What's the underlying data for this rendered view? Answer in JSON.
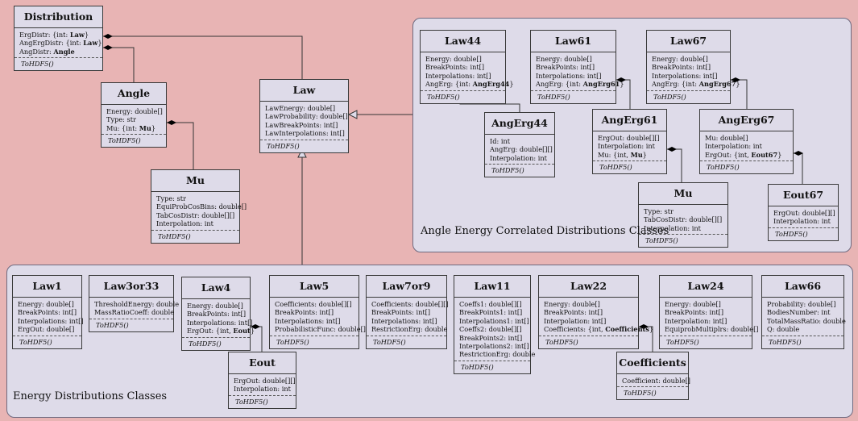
{
  "groups": {
    "angle_energy": "Angle Energy Correlated Distributions Classes",
    "energy": "Energy Distributions Classes"
  },
  "classes": {
    "distribution": {
      "name": "Distribution",
      "attrs": [
        [
          "ErgDistr: {int: ",
          "Law",
          "}"
        ],
        [
          "AngErgDistr: {int: ",
          "Law",
          "}"
        ],
        [
          "AngDistr: ",
          "Angle",
          ""
        ]
      ],
      "op": "ToHDF5()"
    },
    "angle": {
      "name": "Angle",
      "attrs": [
        [
          "Energy: double[]"
        ],
        [
          "Type: str"
        ],
        [
          "Mu: {int: ",
          "Mu",
          "}"
        ]
      ],
      "op": "ToHDF5()"
    },
    "mu": {
      "name": "Mu",
      "attrs": [
        [
          "Type: str"
        ],
        [
          "EquiProbCosBins: double[]"
        ],
        [
          "TabCosDistr: double[][]"
        ],
        [
          "Interpolation: int"
        ]
      ],
      "op": "ToHDF5()"
    },
    "law": {
      "name": "Law",
      "attrs": [
        [
          "LawEnergy: double[]"
        ],
        [
          "LawProbability: double[]"
        ],
        [
          "LawBreakPoints: int[]"
        ],
        [
          "LawInterpolations: int[]"
        ]
      ],
      "op": "ToHDF5()"
    },
    "law44": {
      "name": "Law44",
      "attrs": [
        [
          "Energy: double[]"
        ],
        [
          "BreakPoints: int[]"
        ],
        [
          "Interpolations: int[]"
        ],
        [
          "AngErg: {int: ",
          "AngErg44",
          "}"
        ]
      ],
      "op": "ToHDF5()"
    },
    "law61": {
      "name": "Law61",
      "attrs": [
        [
          "Energy: double[]"
        ],
        [
          "BreakPoints: int[]"
        ],
        [
          "Interpolations: int[]"
        ],
        [
          "AngErg: {int: ",
          "AngErg61",
          "}"
        ]
      ],
      "op": "ToHDF5()"
    },
    "law67": {
      "name": "Law67",
      "attrs": [
        [
          "Energy: double[]"
        ],
        [
          "BreakPoints: int[]"
        ],
        [
          "Interpolations: int[]"
        ],
        [
          "AngErg: {int: ",
          "AngErg67",
          "}"
        ]
      ],
      "op": "ToHDF5()"
    },
    "angerg44": {
      "name": "AngErg44",
      "attrs": [
        [
          "Id: int"
        ],
        [
          "AngErg: double[][]"
        ],
        [
          "Interpolation: int"
        ]
      ],
      "op": "ToHDF5()"
    },
    "angerg61": {
      "name": "AngErg61",
      "attrs": [
        [
          "ErgOut: double[][]"
        ],
        [
          "Interpolation: int"
        ],
        [
          "Mu: {int, ",
          "Mu",
          "}"
        ]
      ],
      "op": "ToHDF5()"
    },
    "angerg67": {
      "name": "AngErg67",
      "attrs": [
        [
          "Mu: double[]"
        ],
        [
          "Interpolation: int"
        ],
        [
          "ErgOut: {int, ",
          "Eout67",
          "}"
        ]
      ],
      "op": "ToHDF5()"
    },
    "mu2": {
      "name": "Mu",
      "attrs": [
        [
          "Type: str"
        ],
        [
          "TabCosDistr: double[][]"
        ],
        [
          "Interpolation: int"
        ]
      ],
      "op": "ToHDF5()"
    },
    "eout67": {
      "name": "Eout67",
      "attrs": [
        [
          "ErgOut: double[][]"
        ],
        [
          "Interpolation: int"
        ]
      ],
      "op": "ToHDF5()"
    },
    "law1": {
      "name": "Law1",
      "attrs": [
        [
          "Energy: double[]"
        ],
        [
          "BreakPoints: int[]"
        ],
        [
          "Interpolations: int[]"
        ],
        [
          "ErgOut: double[]"
        ]
      ],
      "op": "ToHDF5()"
    },
    "law3or33": {
      "name": "Law3or33",
      "attrs": [
        [
          "ThresholdEnergy: double"
        ],
        [
          "MassRatioCoeff: double"
        ]
      ],
      "op": "ToHDF5()"
    },
    "law4": {
      "name": "Law4",
      "attrs": [
        [
          "Energy: double[]"
        ],
        [
          "BreakPoints: int[]"
        ],
        [
          "Interpolations: int[]"
        ],
        [
          "ErgOut: {int, ",
          "Eout",
          "}"
        ]
      ],
      "op": "ToHDF5()"
    },
    "eout": {
      "name": "Eout",
      "attrs": [
        [
          "ErgOut: double[][]"
        ],
        [
          "Interpolation: int"
        ]
      ],
      "op": "ToHDF5()"
    },
    "law5": {
      "name": "Law5",
      "attrs": [
        [
          "Coefficients: double[][]"
        ],
        [
          "BreakPoints: int[]"
        ],
        [
          "Interpolations: int[]"
        ],
        [
          "ProbabilisticFunc: double[]"
        ]
      ],
      "op": "ToHDF5()"
    },
    "law7or9": {
      "name": "Law7or9",
      "attrs": [
        [
          "Coefficients: double[][]"
        ],
        [
          "BreakPoints: int[]"
        ],
        [
          "Interpolations: int[]"
        ],
        [
          "RestrictionErg: double"
        ]
      ],
      "op": "ToHDF5()"
    },
    "law11": {
      "name": "Law11",
      "attrs": [
        [
          "Coeffs1: double[][]"
        ],
        [
          "BreakPoints1: int[]"
        ],
        [
          "Interpolations1: int[]"
        ],
        [
          "Coeffs2: double[][]"
        ],
        [
          "BreakPoints2: int[]"
        ],
        [
          "Interpolations2: int[]"
        ],
        [
          "RestrictionErg: double"
        ]
      ],
      "op": "ToHDF5()"
    },
    "law22": {
      "name": "Law22",
      "attrs": [
        [
          "Energy: double[]"
        ],
        [
          "BreakPoints: int[]"
        ],
        [
          "Interpolation: int[]"
        ],
        [
          "Coefficients: {int, ",
          "Coefficients",
          "}"
        ]
      ],
      "op": "ToHDF5()"
    },
    "coefficients": {
      "name": "Coefficients",
      "attrs": [
        [
          "Coefficient: double[]"
        ]
      ],
      "op": "ToHDF5()"
    },
    "law24": {
      "name": "Law24",
      "attrs": [
        [
          "Energy: double[]"
        ],
        [
          "BreakPoints: int[]"
        ],
        [
          "Interpolation: int[]"
        ],
        [
          "EquiprobMultiplrs: double[]"
        ]
      ],
      "op": "ToHDF5()"
    },
    "law66": {
      "name": "Law66",
      "attrs": [
        [
          "Probability: double[]"
        ],
        [
          "BodiesNumber: int"
        ],
        [
          "TotalMassRatio: double"
        ],
        [
          "Q: double"
        ]
      ],
      "op": "ToHDF5()"
    }
  }
}
